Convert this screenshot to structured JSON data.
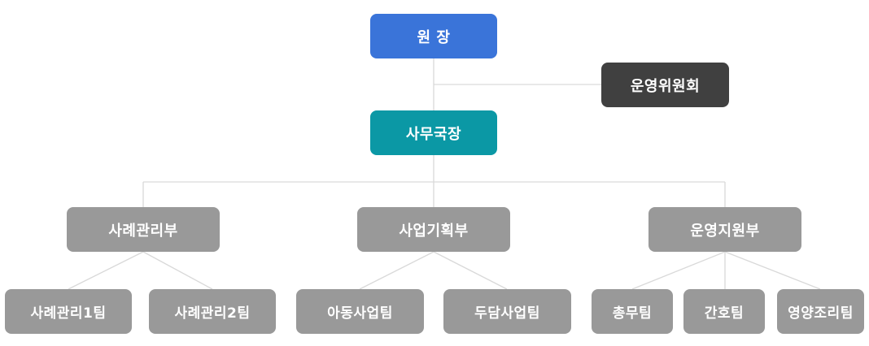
{
  "director": {
    "label": "원 장"
  },
  "committee": {
    "label": "운영위원회"
  },
  "secretary": {
    "label": "사무국장"
  },
  "departments": [
    {
      "label": "사례관리부"
    },
    {
      "label": "사업기획부"
    },
    {
      "label": "운영지원부"
    }
  ],
  "teams": [
    {
      "label": "사례관리1팀"
    },
    {
      "label": "사례관리2팀"
    },
    {
      "label": "아동사업팀"
    },
    {
      "label": "두담사업팀"
    },
    {
      "label": "총무팀"
    },
    {
      "label": "간호팀"
    },
    {
      "label": "영양조리팀"
    }
  ],
  "colors": {
    "director": "#3a74d9",
    "committee": "#404040",
    "secretary": "#0b98a5",
    "department": "#999999",
    "team": "#999999",
    "connector": "#d9d9d9"
  }
}
